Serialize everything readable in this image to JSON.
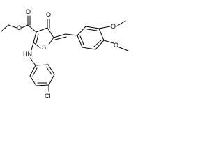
{
  "molecule": {
    "atom_labels": {
      "ester_o_carbonyl": "O",
      "ester_o_ether": "O",
      "ketone_o": "O",
      "ring_s": "S",
      "amine": "HN",
      "methoxy_o_top": "O",
      "methoxy_o_bottom": "O",
      "chlorine": "Cl"
    }
  },
  "colors": {
    "ink": "#000000",
    "background": "#ffffff"
  }
}
